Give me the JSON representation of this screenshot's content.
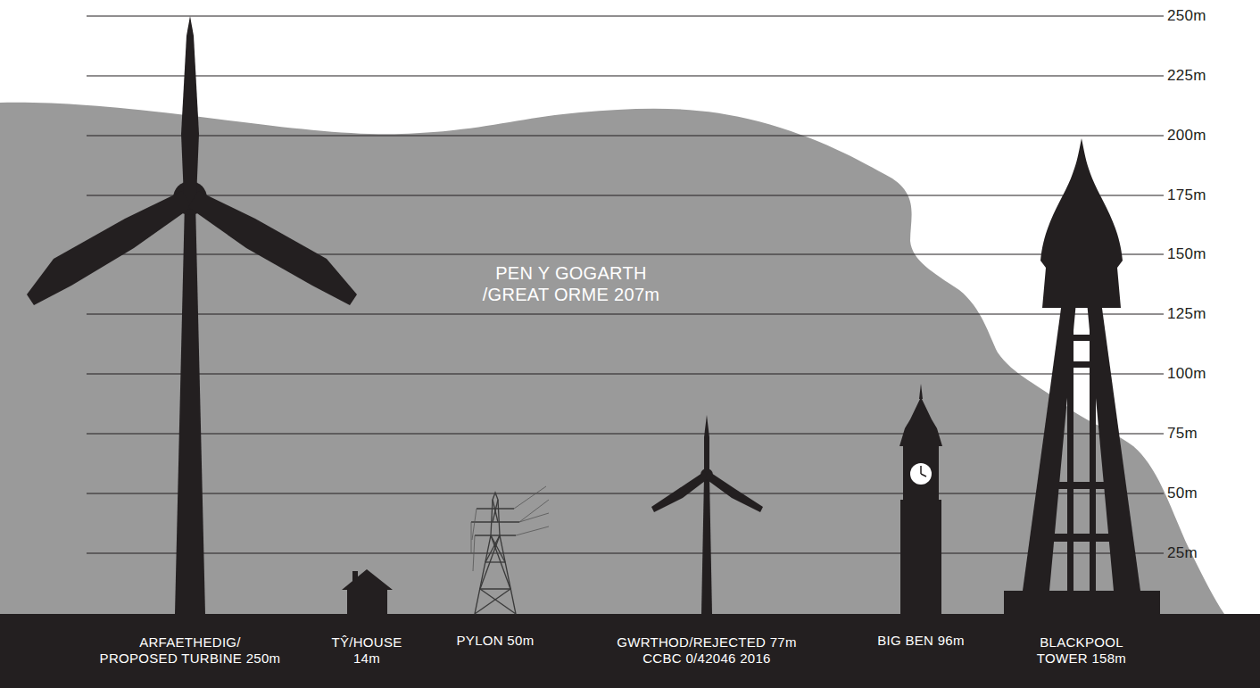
{
  "diagram": {
    "labels": [
      "PEN Y GOGARTH /GREAT ORME 207m",
      "250m",
      "225m",
      "200m",
      "175m",
      "150m",
      "125m",
      "100m",
      "75m",
      "50m",
      "25m",
      "ARFAETHEDIG/ PROPOSED TURBINE 250m",
      "TŶ/HOUSE 14m",
      "PYLON 50m",
      "GWRTHOD/REJECTED 77m CCBC 0/42046 2016",
      "BIG BEN 96m",
      "BLACKPOOL TOWER 158m"
    ]
  }
}
